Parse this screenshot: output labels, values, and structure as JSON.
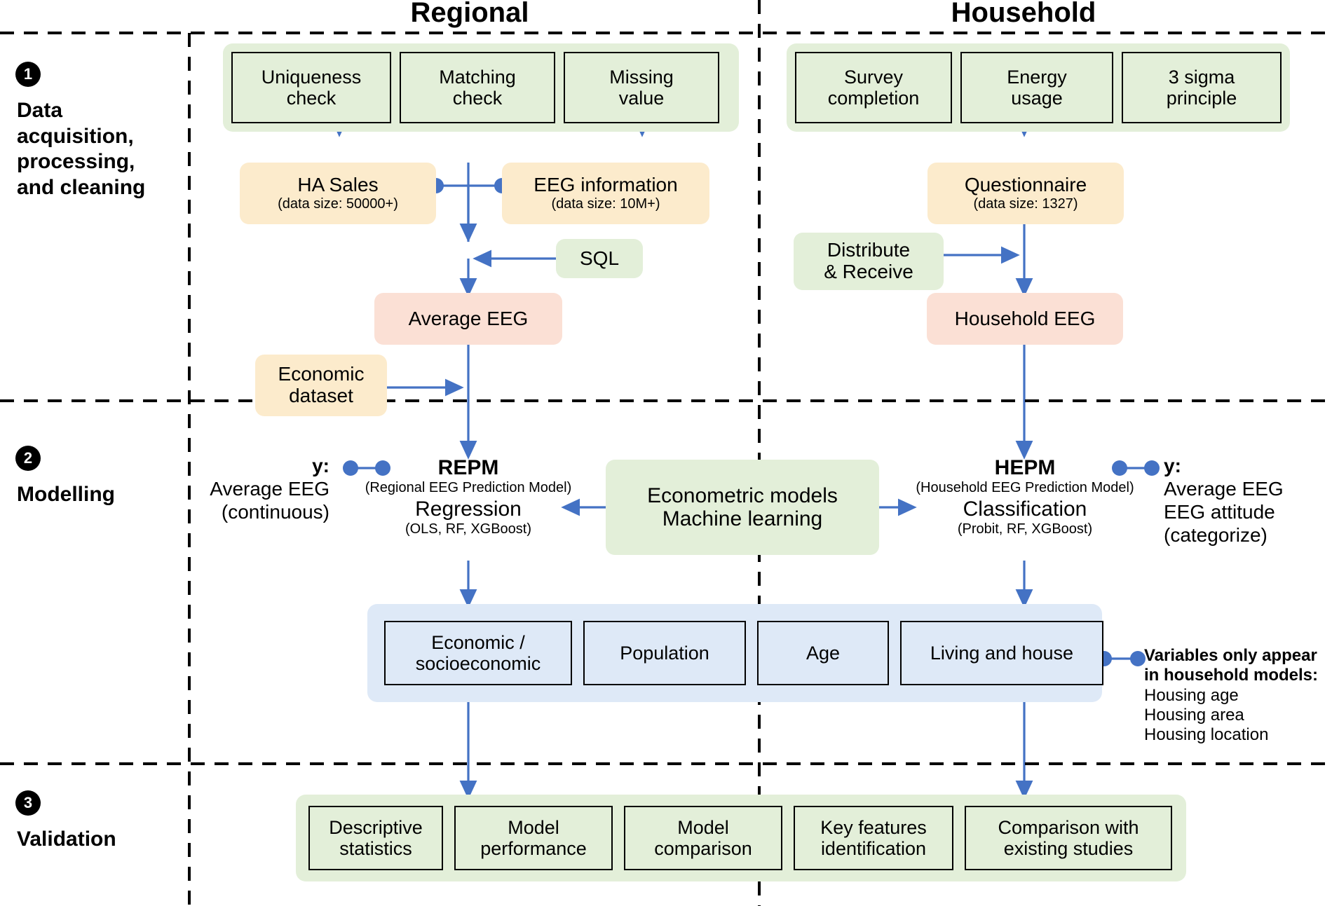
{
  "columns": {
    "regional": "Regional",
    "household": "Household"
  },
  "stages": [
    {
      "num": "1",
      "label": "Data\nacquisition,\nprocessing,\nand cleaning"
    },
    {
      "num": "2",
      "label": "Modelling"
    },
    {
      "num": "3",
      "label": "Validation"
    }
  ],
  "stage_labels": {
    "one_l1": "Data",
    "one_l2": "acquisition,",
    "one_l3": "processing,",
    "one_l4": "and cleaning",
    "two": "Modelling",
    "three": "Validation"
  },
  "regional": {
    "checks": [
      "Uniqueness\ncheck",
      "Matching\ncheck",
      "Missing\nvalue"
    ],
    "check1_l1": "Uniqueness",
    "check1_l2": "check",
    "check2_l1": "Matching",
    "check2_l2": "check",
    "check3_l1": "Missing",
    "check3_l2": "value",
    "ha_sales": {
      "title": "HA Sales",
      "sub": "(data size: 50000+)"
    },
    "eeg_info": {
      "title": "EEG information",
      "sub": "(data size: 10M+)"
    },
    "sql": "SQL",
    "average_eeg": "Average EEG",
    "economic_dataset": {
      "l1": "Economic",
      "l2": "dataset"
    },
    "model": {
      "name": "REPM",
      "full": "(Regional EEG Prediction Model)",
      "task": "Regression",
      "algos": "(OLS, RF, XGBoost)"
    },
    "target": {
      "y": "y:",
      "l1": "Average EEG",
      "l2": "(continuous)"
    }
  },
  "household": {
    "checks": [
      "Survey\ncompletion",
      "Energy\nusage",
      "3 sigma\nprinciple"
    ],
    "check1_l1": "Survey",
    "check1_l2": "completion",
    "check2_l1": "Energy",
    "check2_l2": "usage",
    "check3_l1": "3 sigma",
    "check3_l2": "principle",
    "questionnaire": {
      "title": "Questionnaire",
      "sub": "(data size: 1327)"
    },
    "distribute": {
      "l1": "Distribute",
      "l2": "& Receive"
    },
    "household_eeg": "Household EEG",
    "model": {
      "name": "HEPM",
      "full": "(Household EEG Prediction Model)",
      "task": "Classification",
      "algos": "(Probit, RF, XGBoost)"
    },
    "target": {
      "y": "y:",
      "l1": "Average EEG",
      "l2": "EEG attitude",
      "l3": "(categorize)"
    }
  },
  "middle": {
    "econometric_l1": "Econometric models",
    "econometric_l2": "Machine learning"
  },
  "variables": {
    "items": [
      "Economic /\nsocioeconomic",
      "Population",
      "Age",
      "Living and house"
    ],
    "v1_l1": "Economic /",
    "v1_l2": "socioeconomic",
    "v2": "Population",
    "v3": "Age",
    "v4": "Living and house",
    "note": {
      "head_l1": "Variables only appear",
      "head_l2": "in household models:",
      "item1": "Housing age",
      "item2": "Housing area",
      "item3": "Housing location"
    }
  },
  "validation": {
    "items": [
      "Descriptive\nstatistics",
      "Model\nperformance",
      "Model\ncomparison",
      "Key features\nidentification",
      "Comparison with\nexisting studies"
    ],
    "b1_l1": "Descriptive",
    "b1_l2": "statistics",
    "b2_l1": "Model",
    "b2_l2": "performance",
    "b3_l1": "Model",
    "b3_l2": "comparison",
    "b4_l1": "Key features",
    "b4_l2": "identification",
    "b5_l1": "Comparison with",
    "b5_l2": "existing studies"
  },
  "colors": {
    "arrow": "#4472c4",
    "green": "#e3efd9",
    "yellow": "#fcebcc",
    "pink": "#fbe0d5",
    "blue": "#dee9f7",
    "divider": "#000000"
  }
}
